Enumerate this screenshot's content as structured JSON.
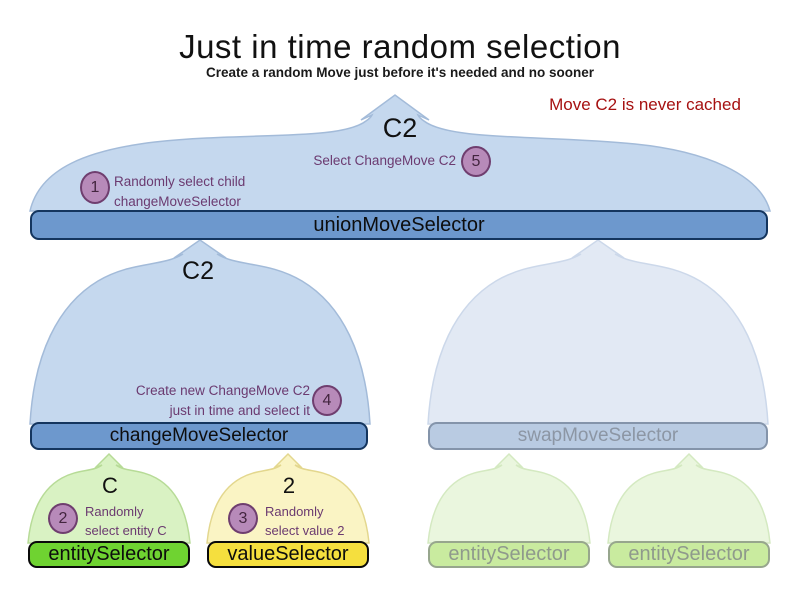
{
  "header": {
    "title": "Just in time random selection",
    "subtitle": "Create a random Move just before it's needed and no sooner",
    "warning": "Move C2 is never cached"
  },
  "union": {
    "move_label": "C2",
    "bar_label": "unionMoveSelector",
    "steps": {
      "s1": {
        "num": "1",
        "line1": "Randomly select child",
        "line2": "changeMoveSelector"
      },
      "s5": {
        "num": "5",
        "text": "Select ChangeMove C2"
      }
    }
  },
  "change": {
    "move_label": "C2",
    "bar_label": "changeMoveSelector",
    "steps": {
      "s4": {
        "num": "4",
        "line1": "Create new ChangeMove C2",
        "line2": "just in time and select it"
      }
    }
  },
  "swap": {
    "bar_label": "swapMoveSelector"
  },
  "entity": {
    "selection_label": "C",
    "bar_label": "entitySelector",
    "steps": {
      "s2": {
        "num": "2",
        "line1": "Randomly",
        "line2": "select entity C"
      }
    }
  },
  "value": {
    "selection_label": "2",
    "bar_label": "valueSelector",
    "steps": {
      "s3": {
        "num": "3",
        "line1": "Randomly",
        "line2": "select value 2"
      }
    }
  },
  "swap_children": {
    "entity1_bar_label": "entitySelector",
    "entity2_bar_label": "entitySelector"
  },
  "colors": {
    "accent_blue": "#6d98cd",
    "dome_blue": "#c5d8ee",
    "faded_blue": "#e2e9f4",
    "entity_green": "#6fd331",
    "value_yellow": "#f5df3e",
    "faded_green": "#c9eb9f",
    "step_circle_purple": "#b78ab9",
    "annotation_purple": "#6b3a70",
    "warning_red": "#a61111"
  }
}
